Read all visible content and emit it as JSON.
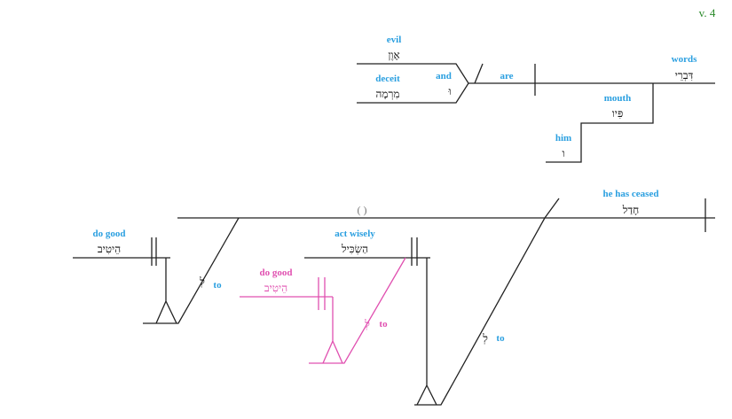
{
  "verse": "v. 4",
  "colors": {
    "english": "#2a9fe0",
    "pink": "#e050b0",
    "verse": "#2a8a2a"
  },
  "clause1": {
    "evil": {
      "en": "evil",
      "he": "אָוֶן"
    },
    "deceit": {
      "en": "deceit",
      "he": "מִרְמָה"
    },
    "and": {
      "en": "and",
      "he": "וּ"
    },
    "are": {
      "en": "are"
    },
    "words": {
      "en": "words",
      "he": "דִּבְרֵי"
    },
    "mouth": {
      "en": "mouth",
      "he": "פִּיו"
    },
    "him": {
      "en": "him",
      "he": "ו"
    }
  },
  "clause2": {
    "subject": "( )",
    "ceased": {
      "en": "he has ceased",
      "he": "חָדַל"
    },
    "do_good": {
      "en": "do good",
      "he": "הֵיטִיב"
    },
    "act_wisely": {
      "en": "act wisely",
      "he": "הַשְׂכִּיל"
    },
    "do_good_pink": {
      "en": "do good",
      "he": "הֵיטִיב"
    },
    "to1": {
      "en": "to",
      "he": "לְ"
    },
    "to2": {
      "en": "to",
      "he": "לְ"
    },
    "to3": {
      "en": "to",
      "he": "לְ"
    }
  }
}
